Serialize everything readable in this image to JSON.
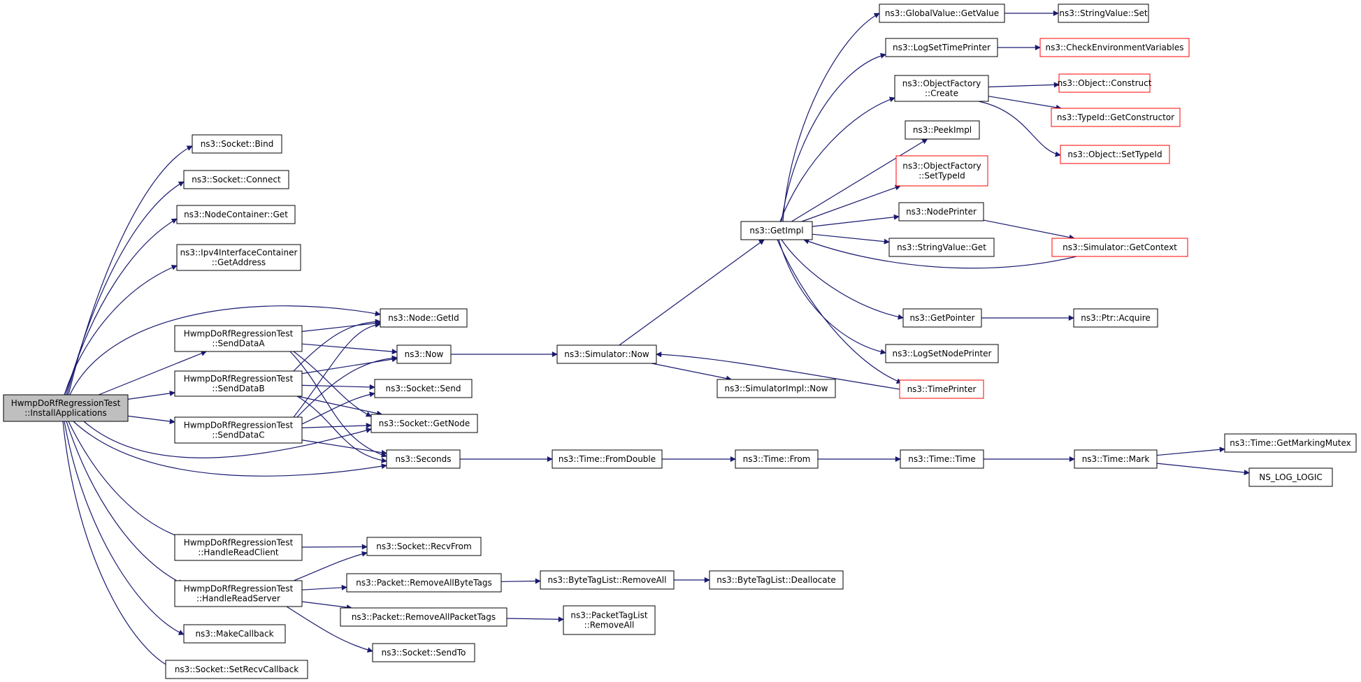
{
  "colors": {
    "edge": "#191970",
    "node_border": "#000000",
    "truncated_border": "#ff0000",
    "root_fill": "#bfbfbf",
    "node_fill": "#ffffff",
    "text": "#000000"
  },
  "nodes": [
    {
      "id": "root",
      "lines": [
        "HwmpDoRfRegressionTest",
        "::InstallApplications"
      ],
      "style": "root"
    },
    {
      "id": "bind",
      "lines": [
        "ns3::Socket::Bind"
      ],
      "style": "normal"
    },
    {
      "id": "connect",
      "lines": [
        "ns3::Socket::Connect"
      ],
      "style": "normal"
    },
    {
      "id": "nc_get",
      "lines": [
        "ns3::NodeContainer::Get"
      ],
      "style": "normal"
    },
    {
      "id": "getaddress",
      "lines": [
        "ns3::Ipv4InterfaceContainer",
        "::GetAddress"
      ],
      "style": "normal"
    },
    {
      "id": "sendA",
      "lines": [
        "HwmpDoRfRegressionTest",
        "::SendDataA"
      ],
      "style": "normal"
    },
    {
      "id": "sendB",
      "lines": [
        "HwmpDoRfRegressionTest",
        "::SendDataB"
      ],
      "style": "normal"
    },
    {
      "id": "sendC",
      "lines": [
        "HwmpDoRfRegressionTest",
        "::SendDataC"
      ],
      "style": "normal"
    },
    {
      "id": "hrc",
      "lines": [
        "HwmpDoRfRegressionTest",
        "::HandleReadClient"
      ],
      "style": "normal"
    },
    {
      "id": "hrs",
      "lines": [
        "HwmpDoRfRegressionTest",
        "::HandleReadServer"
      ],
      "style": "normal"
    },
    {
      "id": "makecb",
      "lines": [
        "ns3::MakeCallback"
      ],
      "style": "normal"
    },
    {
      "id": "setrecv",
      "lines": [
        "ns3::Socket::SetRecvCallback"
      ],
      "style": "normal"
    },
    {
      "id": "getid",
      "lines": [
        "ns3::Node::GetId"
      ],
      "style": "normal"
    },
    {
      "id": "now",
      "lines": [
        "ns3::Now"
      ],
      "style": "normal"
    },
    {
      "id": "send",
      "lines": [
        "ns3::Socket::Send"
      ],
      "style": "normal"
    },
    {
      "id": "getnode",
      "lines": [
        "ns3::Socket::GetNode"
      ],
      "style": "normal"
    },
    {
      "id": "seconds",
      "lines": [
        "ns3::Seconds"
      ],
      "style": "normal"
    },
    {
      "id": "recvfrom",
      "lines": [
        "ns3::Socket::RecvFrom"
      ],
      "style": "normal"
    },
    {
      "id": "rmbyte",
      "lines": [
        "ns3::Packet::RemoveAllByteTags"
      ],
      "style": "normal"
    },
    {
      "id": "rmpkt",
      "lines": [
        "ns3::Packet::RemoveAllPacketTags"
      ],
      "style": "normal"
    },
    {
      "id": "sendto",
      "lines": [
        "ns3::Socket::SendTo"
      ],
      "style": "normal"
    },
    {
      "id": "simnow",
      "lines": [
        "ns3::Simulator::Now"
      ],
      "style": "normal"
    },
    {
      "id": "simimplnow",
      "lines": [
        "ns3::SimulatorImpl::Now"
      ],
      "style": "normal"
    },
    {
      "id": "fromdouble",
      "lines": [
        "ns3::Time::FromDouble"
      ],
      "style": "normal"
    },
    {
      "id": "from",
      "lines": [
        "ns3::Time::From"
      ],
      "style": "normal"
    },
    {
      "id": "timetime",
      "lines": [
        "ns3::Time::Time"
      ],
      "style": "normal"
    },
    {
      "id": "mark",
      "lines": [
        "ns3::Time::Mark"
      ],
      "style": "normal"
    },
    {
      "id": "getmarking",
      "lines": [
        "ns3::Time::GetMarkingMutex"
      ],
      "style": "normal"
    },
    {
      "id": "nslog",
      "lines": [
        "NS_LOG_LOGIC"
      ],
      "style": "normal"
    },
    {
      "id": "btl_rmall",
      "lines": [
        "ns3::ByteTagList::RemoveAll"
      ],
      "style": "normal"
    },
    {
      "id": "btl_dealloc",
      "lines": [
        "ns3::ByteTagList::Deallocate"
      ],
      "style": "normal"
    },
    {
      "id": "ptl_rmall",
      "lines": [
        "ns3::PacketTagList",
        "::RemoveAll"
      ],
      "style": "normal"
    },
    {
      "id": "getimpl",
      "lines": [
        "ns3::GetImpl"
      ],
      "style": "normal"
    },
    {
      "id": "gv_getvalue",
      "lines": [
        "ns3::GlobalValue::GetValue"
      ],
      "style": "normal"
    },
    {
      "id": "sv_set",
      "lines": [
        "ns3::StringValue::Set"
      ],
      "style": "normal"
    },
    {
      "id": "logsettime",
      "lines": [
        "ns3::LogSetTimePrinter"
      ],
      "style": "normal"
    },
    {
      "id": "checkenv",
      "lines": [
        "ns3::CheckEnvironmentVariables"
      ],
      "style": "truncated"
    },
    {
      "id": "of_create",
      "lines": [
        "ns3::ObjectFactory",
        "::Create"
      ],
      "style": "normal"
    },
    {
      "id": "obj_construct",
      "lines": [
        "ns3::Object::Construct"
      ],
      "style": "truncated"
    },
    {
      "id": "tid_getctor",
      "lines": [
        "ns3::TypeId::GetConstructor"
      ],
      "style": "truncated"
    },
    {
      "id": "obj_settypeid",
      "lines": [
        "ns3::Object::SetTypeId"
      ],
      "style": "truncated"
    },
    {
      "id": "peekimpl",
      "lines": [
        "ns3::PeekImpl"
      ],
      "style": "normal"
    },
    {
      "id": "of_settypeid",
      "lines": [
        "ns3::ObjectFactory",
        "::SetTypeId"
      ],
      "style": "truncated"
    },
    {
      "id": "nodeprinter",
      "lines": [
        "ns3::NodePrinter"
      ],
      "style": "normal"
    },
    {
      "id": "sv_get",
      "lines": [
        "ns3::StringValue::Get"
      ],
      "style": "normal"
    },
    {
      "id": "sim_getctx",
      "lines": [
        "ns3::Simulator::GetContext"
      ],
      "style": "truncated"
    },
    {
      "id": "getpointer",
      "lines": [
        "ns3::GetPointer"
      ],
      "style": "normal"
    },
    {
      "id": "ptr_acquire",
      "lines": [
        "ns3::Ptr::Acquire"
      ],
      "style": "normal"
    },
    {
      "id": "logsetnode",
      "lines": [
        "ns3::LogSetNodePrinter"
      ],
      "style": "normal"
    },
    {
      "id": "timeprinter",
      "lines": [
        "ns3::TimePrinter"
      ],
      "style": "truncated"
    }
  ],
  "edges": [
    [
      "root",
      "bind"
    ],
    [
      "root",
      "connect"
    ],
    [
      "root",
      "nc_get"
    ],
    [
      "root",
      "getaddress"
    ],
    [
      "root",
      "getid"
    ],
    [
      "root",
      "sendA"
    ],
    [
      "root",
      "sendB"
    ],
    [
      "root",
      "sendC"
    ],
    [
      "root",
      "getnode"
    ],
    [
      "root",
      "seconds"
    ],
    [
      "root",
      "hrc"
    ],
    [
      "root",
      "hrs"
    ],
    [
      "root",
      "makecb"
    ],
    [
      "root",
      "setrecv"
    ],
    [
      "sendA",
      "getid"
    ],
    [
      "sendA",
      "now"
    ],
    [
      "sendA",
      "getnode"
    ],
    [
      "sendA",
      "seconds"
    ],
    [
      "sendB",
      "getid"
    ],
    [
      "sendB",
      "now"
    ],
    [
      "sendB",
      "send"
    ],
    [
      "sendB",
      "getnode"
    ],
    [
      "sendB",
      "seconds"
    ],
    [
      "sendC",
      "getid"
    ],
    [
      "sendC",
      "now"
    ],
    [
      "sendC",
      "send"
    ],
    [
      "sendC",
      "getnode"
    ],
    [
      "sendC",
      "seconds"
    ],
    [
      "now",
      "simnow"
    ],
    [
      "seconds",
      "fromdouble"
    ],
    [
      "hrc",
      "recvfrom"
    ],
    [
      "hrs",
      "recvfrom"
    ],
    [
      "hrs",
      "rmbyte"
    ],
    [
      "hrs",
      "rmpkt"
    ],
    [
      "hrs",
      "sendto"
    ],
    [
      "rmbyte",
      "btl_rmall"
    ],
    [
      "btl_rmall",
      "btl_dealloc"
    ],
    [
      "rmpkt",
      "ptl_rmall"
    ],
    [
      "simnow",
      "getimpl"
    ],
    [
      "simnow",
      "simimplnow"
    ],
    [
      "fromdouble",
      "from"
    ],
    [
      "from",
      "timetime"
    ],
    [
      "timetime",
      "mark"
    ],
    [
      "mark",
      "getmarking"
    ],
    [
      "mark",
      "nslog"
    ],
    [
      "getimpl",
      "gv_getvalue"
    ],
    [
      "getimpl",
      "logsettime"
    ],
    [
      "getimpl",
      "of_create"
    ],
    [
      "getimpl",
      "peekimpl"
    ],
    [
      "getimpl",
      "of_settypeid"
    ],
    [
      "getimpl",
      "nodeprinter"
    ],
    [
      "getimpl",
      "sv_get"
    ],
    [
      "getimpl",
      "getpointer"
    ],
    [
      "getimpl",
      "logsetnode"
    ],
    [
      "getimpl",
      "timeprinter"
    ],
    [
      "gv_getvalue",
      "sv_set"
    ],
    [
      "logsettime",
      "checkenv"
    ],
    [
      "of_create",
      "obj_construct"
    ],
    [
      "of_create",
      "tid_getctor"
    ],
    [
      "of_create",
      "obj_settypeid"
    ],
    [
      "nodeprinter",
      "sim_getctx"
    ],
    [
      "sim_getctx",
      "getimpl"
    ],
    [
      "getpointer",
      "ptr_acquire"
    ],
    [
      "timeprinter",
      "simnow"
    ]
  ]
}
